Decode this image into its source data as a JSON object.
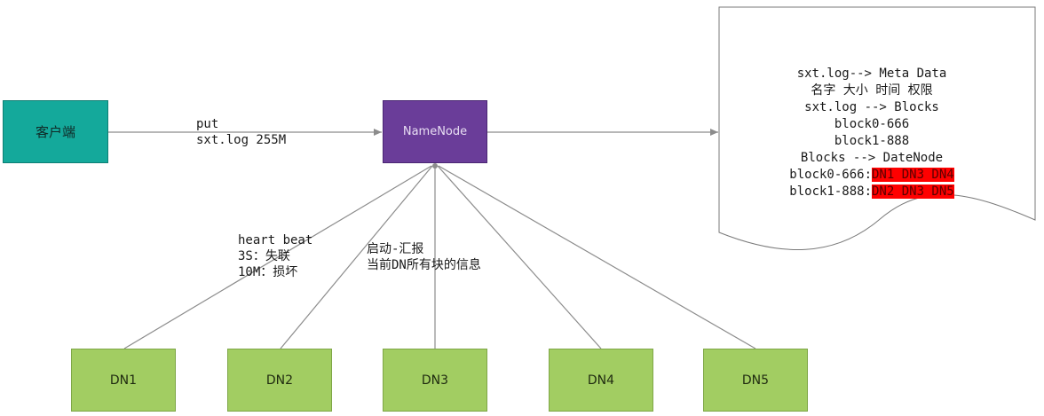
{
  "client": {
    "label": "客户端"
  },
  "namenode": {
    "label": "NameNode"
  },
  "datanodes": [
    {
      "label": "DN1"
    },
    {
      "label": "DN2"
    },
    {
      "label": "DN3"
    },
    {
      "label": "DN4"
    },
    {
      "label": "DN5"
    }
  ],
  "put_label": {
    "line1": "put",
    "line2": "sxt.log 255M"
  },
  "heartbeat_label": {
    "line1": "heart beat",
    "line2": "3S：失联",
    "line3": "10M：损坏"
  },
  "startup_label": {
    "line1": "启动-汇报",
    "line2": "当前DN所有块的信息"
  },
  "metadata_doc": {
    "line1": "sxt.log--> Meta Data",
    "line2": "名字 大小 时间 权限",
    "line3": "sxt.log --> Blocks",
    "line4": "block0-666",
    "line5": "block1-888",
    "line6": "Blocks --> DateNode",
    "line7_prefix": "block0-666:",
    "line7_highlight": "DN1 DN3 DN4",
    "line8_prefix": "block1-888:",
    "line8_highlight": "DN2 DN3 DN5"
  },
  "colors": {
    "client": "#14a99b",
    "namenode": "#6a3d99",
    "datanode": "#a2cd62",
    "highlight": "#ff0000",
    "connector": "#8c8c8c"
  }
}
